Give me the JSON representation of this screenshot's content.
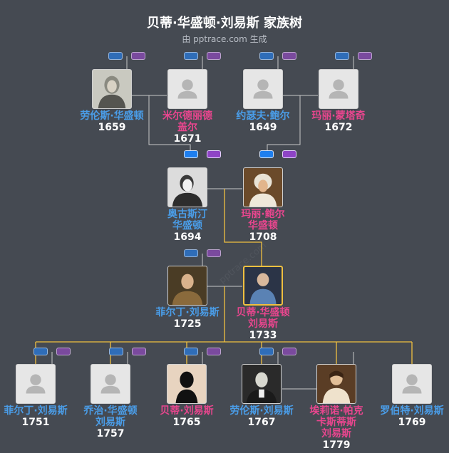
{
  "header": {
    "title": "贝蒂·华盛顿·刘易斯 家族树",
    "subtitle": "由 pptrace.com 生成"
  },
  "watermark": "pptrace.com",
  "colors": {
    "background": "#454a52",
    "male": "#4a9de8",
    "female": "#e8468e",
    "line": "#c8c8c8",
    "highlight": "#f0c040"
  },
  "people": {
    "lawrence_washington": {
      "name": [
        "劳伦斯·华盛顿"
      ],
      "year": "1659",
      "gender": "male",
      "photo": "portrait-old-man"
    },
    "mildred_gale": {
      "name": [
        "米尔德丽德",
        "盖尔"
      ],
      "year": "1671",
      "gender": "female",
      "photo": "placeholder"
    },
    "joseph_ball": {
      "name": [
        "约瑟夫·鲍尔"
      ],
      "year": "1649",
      "gender": "male",
      "photo": "placeholder"
    },
    "mary_montague": {
      "name": [
        "玛丽·蒙塔奇"
      ],
      "year": "1672",
      "gender": "female",
      "photo": "placeholder"
    },
    "augustine_washington": {
      "name": [
        "奥古斯汀",
        "华盛顿"
      ],
      "year": "1694",
      "gender": "male",
      "photo": "portrait-man"
    },
    "mary_ball_washington": {
      "name": [
        "玛丽·鲍尔",
        "华盛顿"
      ],
      "year": "1708",
      "gender": "female",
      "photo": "portrait-woman"
    },
    "fielding_lewis": {
      "name": [
        "菲尔丁·刘易斯"
      ],
      "year": "1725",
      "gender": "male",
      "photo": "portrait-man-painted"
    },
    "betty_washington_lewis": {
      "name": [
        "贝蒂·华盛顿",
        "刘易斯"
      ],
      "year": "1733",
      "gender": "female",
      "photo": "portrait-woman-blue"
    },
    "fielding_lewis_jr": {
      "name": [
        "菲尔丁·刘易斯"
      ],
      "year": "1751",
      "gender": "male",
      "photo": "placeholder"
    },
    "george_washington_lewis": {
      "name": [
        "乔治·华盛顿",
        "刘易斯"
      ],
      "year": "1757",
      "gender": "male",
      "photo": "placeholder"
    },
    "betty_lewis": {
      "name": [
        "贝蒂·刘易斯"
      ],
      "year": "1765",
      "gender": "female",
      "photo": "silhouette"
    },
    "lawrence_lewis": {
      "name": [
        "劳伦斯·刘易斯"
      ],
      "year": "1767",
      "gender": "male",
      "photo": "portrait-old-man-2"
    },
    "eleanor_parke_custis_lewis": {
      "name": [
        "埃莉诺·帕克",
        "卡斯蒂斯",
        "刘易斯"
      ],
      "year": "1779",
      "gender": "female",
      "photo": "portrait-young-woman"
    },
    "robert_lewis": {
      "name": [
        "罗伯特·刘易斯"
      ],
      "year": "1769",
      "gender": "male",
      "photo": "placeholder"
    }
  }
}
